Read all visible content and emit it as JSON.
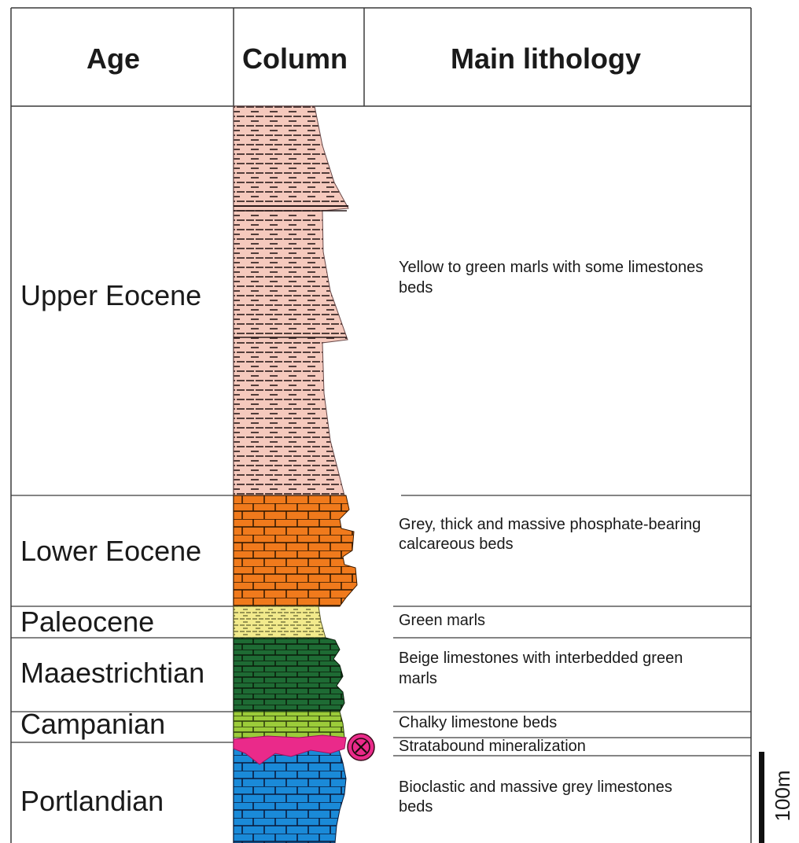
{
  "headers": {
    "age": "Age",
    "column": "Column",
    "lithology": "Main lithology"
  },
  "units": [
    {
      "age": "Upper Eocene",
      "lithology_lines": [
        "Yellow to green marls with some limestones",
        "beds"
      ],
      "pattern": "marl",
      "color": "#f5c9bd"
    },
    {
      "age": "Lower Eocene",
      "lithology_lines": [
        "Grey, thick and massive phosphate-bearing",
        "calcareous beds"
      ],
      "pattern": "limestone",
      "color": "#f07a1c"
    },
    {
      "age": "Paleocene",
      "lithology_lines": [
        "Green marls"
      ],
      "pattern": "marl",
      "color": "#f2ea8c"
    },
    {
      "age": "Maaestrichtian",
      "lithology_lines": [
        "Beige limestones with interbedded green",
        "marls"
      ],
      "pattern": "limestone",
      "color": "#1e6b34"
    },
    {
      "age": "Campanian",
      "lithology_lines": [
        "Chalky limestone beds"
      ],
      "pattern": "limestone",
      "color": "#9ccc3a"
    },
    {
      "age": "",
      "lithology_lines": [
        "Stratabound mineralization"
      ],
      "pattern": "mineralization",
      "color": "#ea2a8a"
    },
    {
      "age": "Portlandian",
      "lithology_lines": [
        "Bioclastic and massive  grey limestones",
        "beds"
      ],
      "pattern": "limestone",
      "color": "#1a8ad8"
    }
  ],
  "mine_symbol": "crossed-hammers-icon",
  "scale_bar": {
    "label": "100m"
  }
}
